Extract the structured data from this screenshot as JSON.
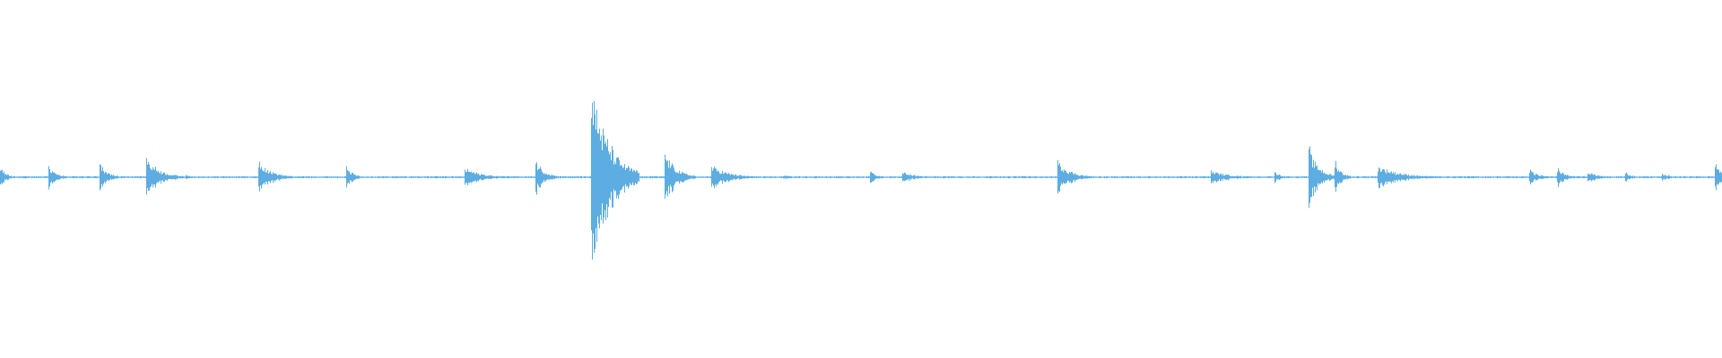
{
  "waveform": {
    "color": "#5dade2",
    "background": "#ffffff",
    "peak_amplitude_scale": 1.0,
    "bursts": [
      {
        "t": 0.0,
        "amp": 0.1,
        "dur": 0.01
      },
      {
        "t": 0.028,
        "amp": 0.12,
        "dur": 0.012
      },
      {
        "t": 0.058,
        "amp": 0.16,
        "dur": 0.012
      },
      {
        "t": 0.085,
        "amp": 0.2,
        "dur": 0.022
      },
      {
        "t": 0.108,
        "amp": 0.03,
        "dur": 0.008
      },
      {
        "t": 0.15,
        "amp": 0.18,
        "dur": 0.02
      },
      {
        "t": 0.201,
        "amp": 0.12,
        "dur": 0.01
      },
      {
        "t": 0.27,
        "amp": 0.1,
        "dur": 0.026
      },
      {
        "t": 0.311,
        "amp": 0.18,
        "dur": 0.014
      },
      {
        "t": 0.343,
        "amp": 1.0,
        "dur": 0.028
      },
      {
        "t": 0.386,
        "amp": 0.26,
        "dur": 0.018
      },
      {
        "t": 0.413,
        "amp": 0.12,
        "dur": 0.028
      },
      {
        "t": 0.455,
        "amp": 0.02,
        "dur": 0.012
      },
      {
        "t": 0.505,
        "amp": 0.07,
        "dur": 0.01
      },
      {
        "t": 0.524,
        "amp": 0.06,
        "dur": 0.018
      },
      {
        "t": 0.614,
        "amp": 0.18,
        "dur": 0.02
      },
      {
        "t": 0.703,
        "amp": 0.07,
        "dur": 0.028
      },
      {
        "t": 0.74,
        "amp": 0.06,
        "dur": 0.01
      },
      {
        "t": 0.76,
        "amp": 0.3,
        "dur": 0.016
      },
      {
        "t": 0.775,
        "amp": 0.18,
        "dur": 0.01
      },
      {
        "t": 0.8,
        "amp": 0.12,
        "dur": 0.036
      },
      {
        "t": 0.888,
        "amp": 0.08,
        "dur": 0.014
      },
      {
        "t": 0.904,
        "amp": 0.1,
        "dur": 0.012
      },
      {
        "t": 0.922,
        "amp": 0.06,
        "dur": 0.016
      },
      {
        "t": 0.944,
        "amp": 0.05,
        "dur": 0.01
      },
      {
        "t": 0.965,
        "amp": 0.04,
        "dur": 0.012
      },
      {
        "t": 0.996,
        "amp": 0.18,
        "dur": 0.008
      }
    ]
  }
}
